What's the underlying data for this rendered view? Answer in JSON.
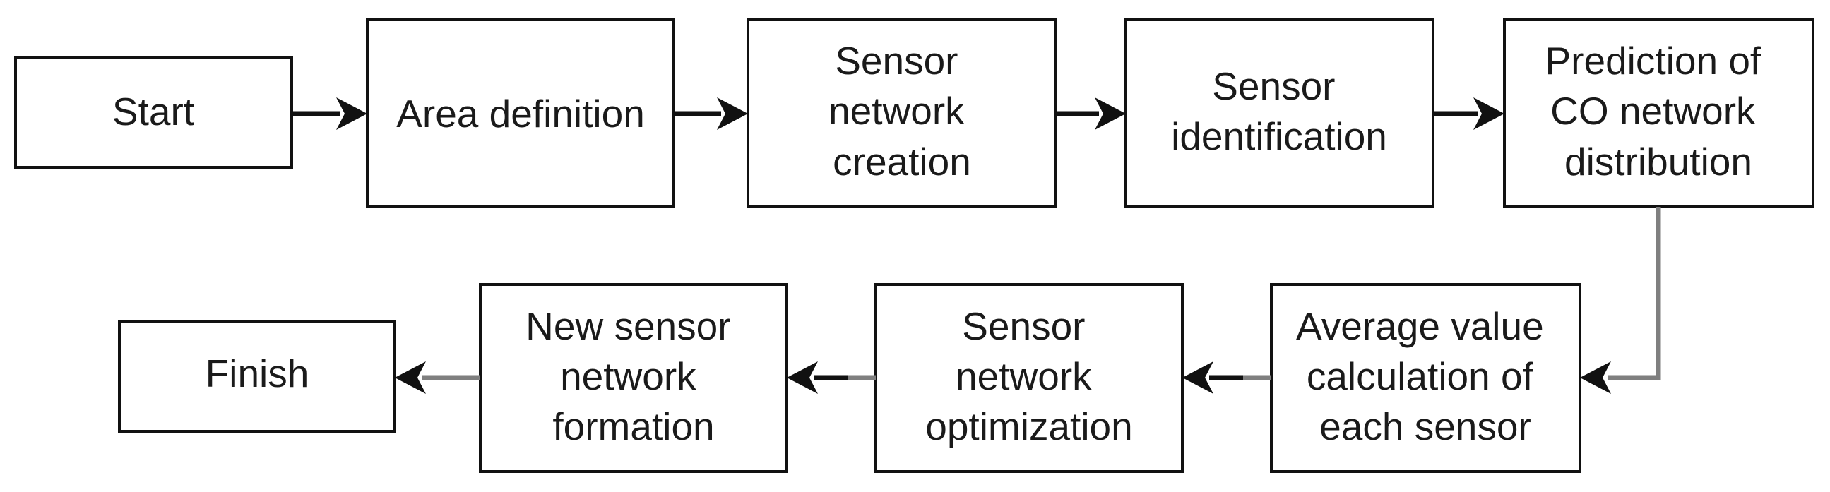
{
  "nodes": {
    "start": {
      "lines": [
        "Start"
      ]
    },
    "area_definition": {
      "lines": [
        "Area definition"
      ]
    },
    "sensor_network_creation": {
      "lines": [
        "Sensor",
        "network",
        "creation"
      ]
    },
    "sensor_identification": {
      "lines": [
        "Sensor",
        "identification"
      ]
    },
    "prediction": {
      "lines": [
        "Prediction of",
        "CO network",
        "distribution"
      ]
    },
    "average_value": {
      "lines": [
        "Average value",
        "calculation of",
        "each sensor"
      ]
    },
    "optimization": {
      "lines": [
        "Sensor",
        "network",
        "optimization"
      ]
    },
    "new_network": {
      "lines": [
        "New sensor",
        "network",
        "formation"
      ]
    },
    "finish": {
      "lines": [
        "Finish"
      ]
    }
  },
  "edges": [
    {
      "from": "start",
      "to": "area_definition"
    },
    {
      "from": "area_definition",
      "to": "sensor_network_creation"
    },
    {
      "from": "sensor_network_creation",
      "to": "sensor_identification"
    },
    {
      "from": "sensor_identification",
      "to": "prediction"
    },
    {
      "from": "prediction",
      "to": "average_value"
    },
    {
      "from": "average_value",
      "to": "optimization"
    },
    {
      "from": "optimization",
      "to": "new_network"
    },
    {
      "from": "new_network",
      "to": "finish"
    }
  ],
  "colors": {
    "box_stroke": "#111111",
    "text": "#1a1a1a",
    "arrow_dark": "#111111",
    "arrow_gray": "#7f7f7f",
    "background": "#ffffff"
  }
}
